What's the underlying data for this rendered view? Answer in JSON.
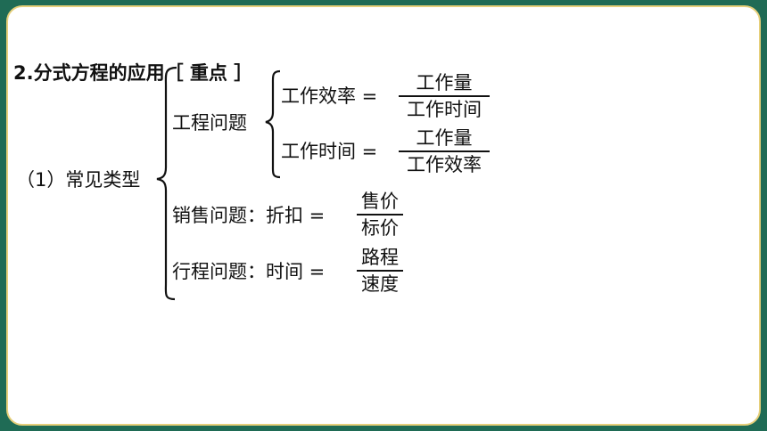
{
  "section": {
    "number": "2.",
    "title": "分式方程的应用",
    "tag": "［ 重点 ］"
  },
  "category": "（1）常见类型",
  "engineering": {
    "label": "工程问题",
    "rule1": {
      "lhs": "工作效率 =",
      "numerator": "工作量",
      "denominator": "工作时间"
    },
    "rule2": {
      "lhs": "工作时间 =",
      "numerator": "工作量",
      "denominator": "工作效率"
    }
  },
  "sales": {
    "lhs": "销售问题：折扣 =",
    "numerator": "售价",
    "denominator": "标价"
  },
  "travel": {
    "lhs": "行程问题：时间 =",
    "numerator": "路程",
    "denominator": "速度"
  },
  "colors": {
    "background": "#1f6b55",
    "card_border": "#e6cf7a",
    "text": "#111111"
  }
}
